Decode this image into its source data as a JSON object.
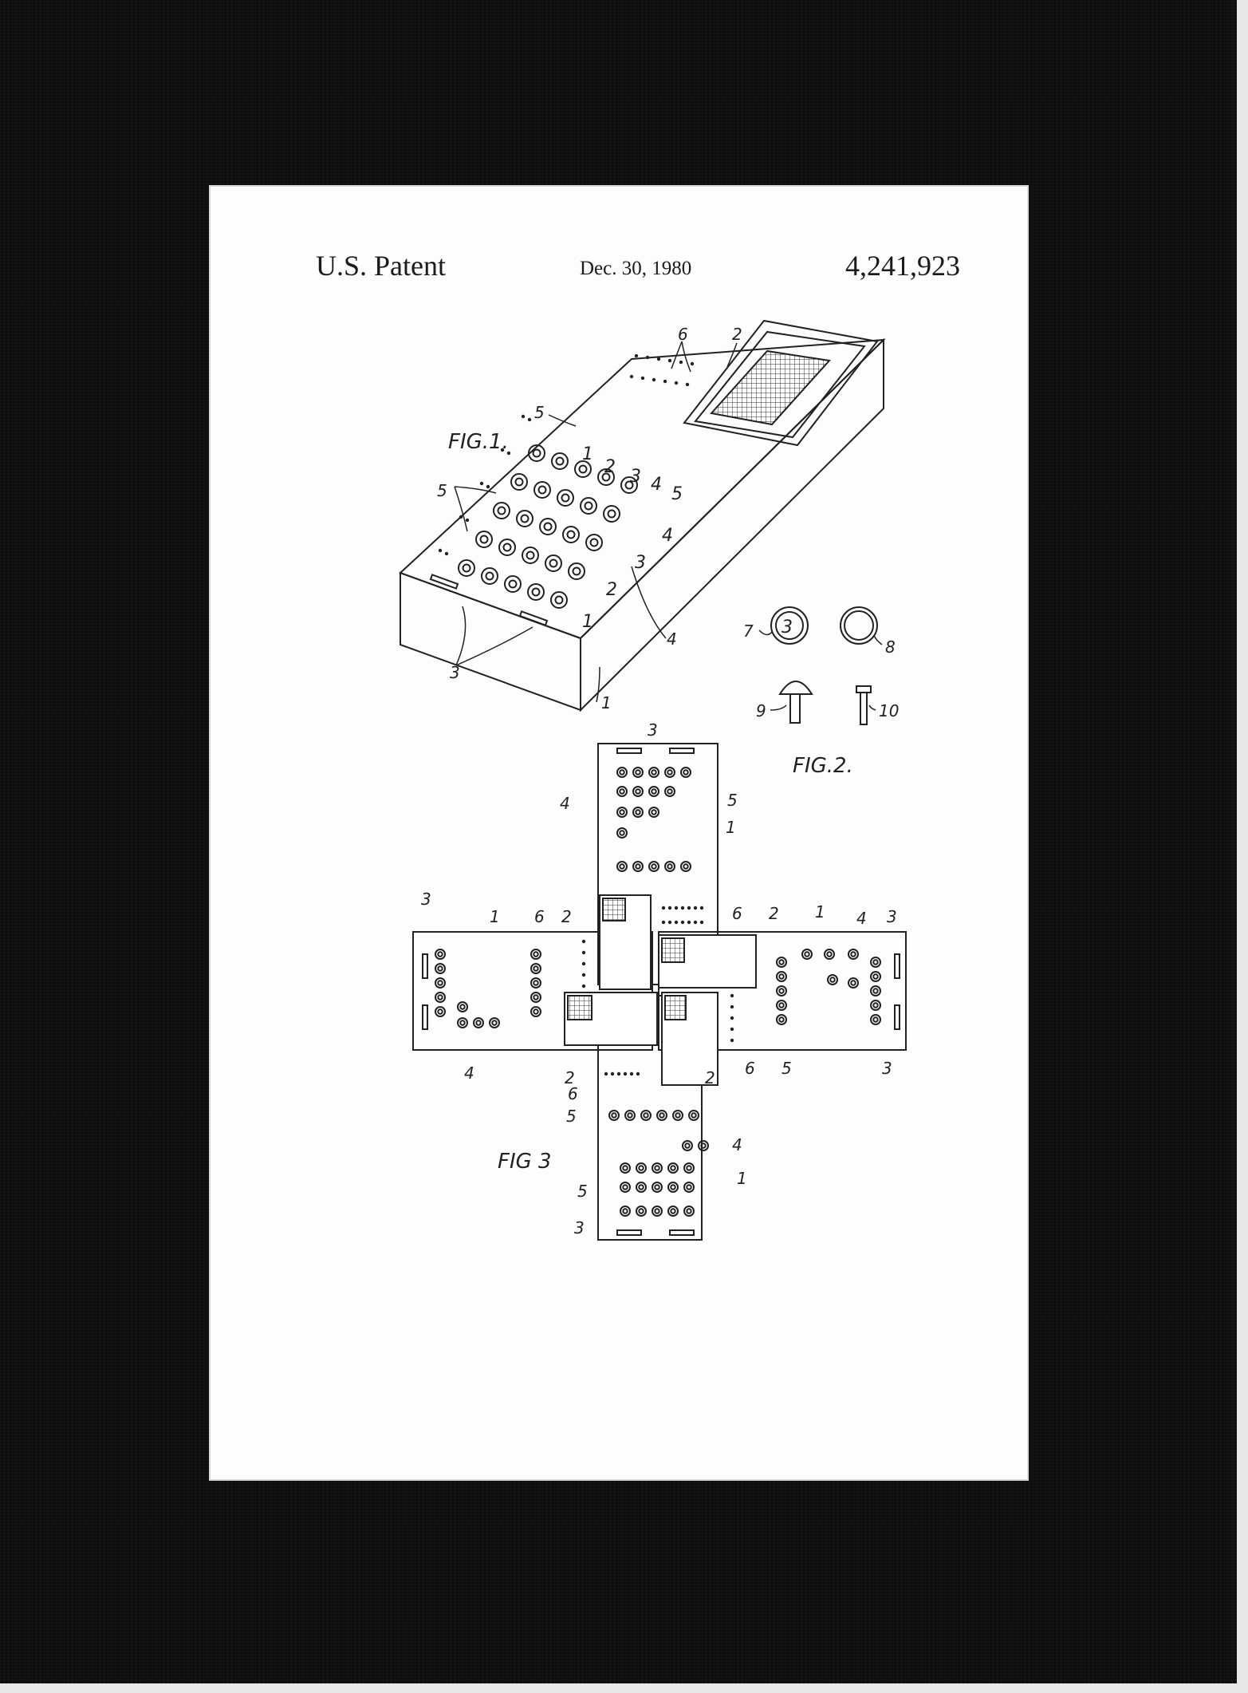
{
  "header": {
    "office": "U.S. Patent",
    "date": "Dec. 30, 1980",
    "patent_number": "4,241,923"
  },
  "figures": {
    "fig1_label": "FIG.1.",
    "fig2_label": "FIG.2.",
    "fig3_label": "FIG 3"
  },
  "row_numbers": [
    "1",
    "2",
    "3",
    "4",
    "5"
  ],
  "reference_numerals": [
    "1",
    "2",
    "3",
    "4",
    "5",
    "6",
    "7",
    "8",
    "9",
    "10"
  ],
  "token_number": "3",
  "colors": {
    "mat": "#0e0e10",
    "paper": "#fdfdfd",
    "ink": "#222222"
  }
}
